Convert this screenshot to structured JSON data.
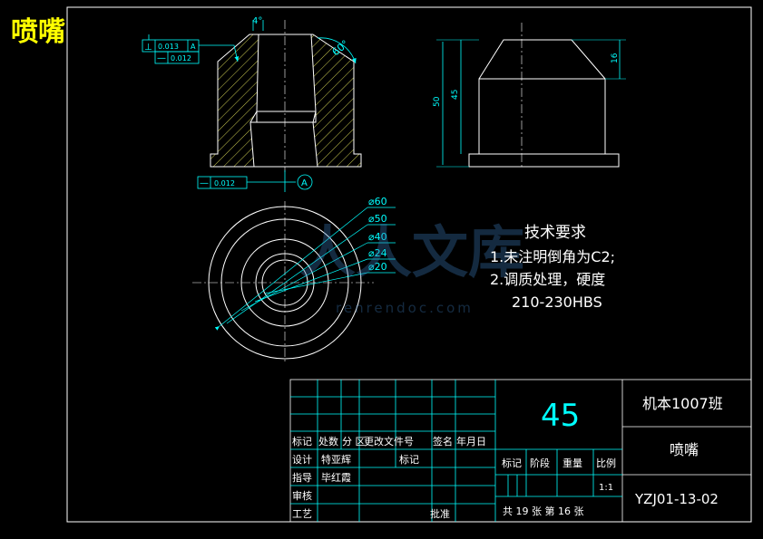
{
  "drawing_title": "喷嘴",
  "colors": {
    "background": "#000000",
    "outline": "#ffffff",
    "dimension": "#00ffff",
    "title_yellow": "#ffff00",
    "hatch": "#ffff66"
  },
  "section_view": {
    "angle_top": "4°",
    "angle_side": "60°",
    "tolerance_frame_1": {
      "value": "0.013",
      "datum": "A"
    },
    "tolerance_frame_2": {
      "value": "0.012"
    },
    "tolerance_frame_bottom": {
      "value": "0.012"
    },
    "datum_label": "A"
  },
  "side_view": {
    "dim_total_height": "50",
    "dim_body_height": "45",
    "dim_cone_height": "16"
  },
  "top_view": {
    "diameters": [
      "⌀60",
      "⌀50",
      "⌀40",
      "⌀24",
      "⌀20"
    ]
  },
  "tech_requirements": {
    "heading": "技术要求",
    "line1": "1.未注明倒角为C2;",
    "line2": "2.调质处理，硬度",
    "line3": "210-230HBS"
  },
  "watermark": {
    "cn": "人人文库",
    "url": "renrendoc.com"
  },
  "title_block": {
    "material": "45",
    "class_name": "机本1007班",
    "part_name": "喷嘴",
    "drawing_number": "YZJ01-13-02",
    "rev_header": [
      "标记",
      "处数",
      "分 区",
      "更改文件号",
      "签名",
      "年月日"
    ],
    "design_label": "设计",
    "design_name": "特亚辉",
    "mark_label": "标记",
    "guide_label": "指导",
    "guide_name": "毕红霞",
    "review_label": "审核",
    "process_label": "工艺",
    "approve_label": "批准",
    "stage_header": [
      "标记",
      "阶段",
      "重量",
      "比例"
    ],
    "scale": "1:1",
    "sheet_info": "共 19 张  第 16 张"
  }
}
